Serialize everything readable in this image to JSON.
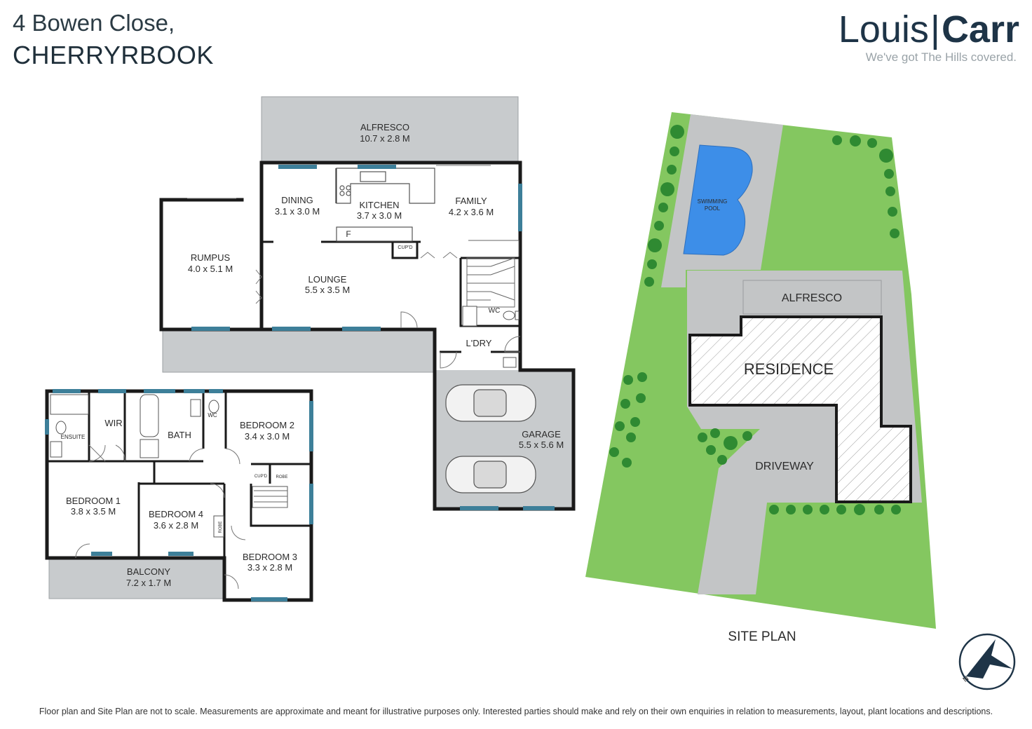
{
  "header": {
    "address_line1": "4 Bowen Close,",
    "address_line2": "CHERRYRBOOK"
  },
  "brand": {
    "name_part1": "Louis",
    "separator": "|",
    "name_part2": "Carr",
    "tagline": "We've got The Hills covered."
  },
  "colors": {
    "wall": "#1a1a1a",
    "external_area": "#c8cbcd",
    "window": "#3d7f99",
    "lawn": "#84c760",
    "paving": "#c3c5c6",
    "pool": "#3d8ee8",
    "tree": "#2f8a32"
  },
  "ground_floor": {
    "rooms": [
      {
        "name": "ALFRESCO",
        "size": "10.7 x 2.8 M"
      },
      {
        "name": "DINING",
        "size": "3.1 x 3.0 M"
      },
      {
        "name": "KITCHEN",
        "size": "3.7 x 3.0 M"
      },
      {
        "name": "FAMILY",
        "size": "4.2 x 3.6 M"
      },
      {
        "name": "RUMPUS",
        "size": "4.0 x 5.1 M"
      },
      {
        "name": "LOUNGE",
        "size": "5.5 x 3.5 M"
      },
      {
        "name": "GARAGE",
        "size": "5.5 x 5.6 M"
      }
    ],
    "labels": {
      "laundry": "L'DRY",
      "wc": "WC",
      "cupboard": "CUP'D",
      "fridge": "F"
    }
  },
  "first_floor": {
    "rooms": [
      {
        "name": "BEDROOM 1",
        "size": "3.8 x 3.5 M"
      },
      {
        "name": "BEDROOM 2",
        "size": "3.4 x 3.0 M"
      },
      {
        "name": "BEDROOM 3",
        "size": "3.3 x 2.8 M"
      },
      {
        "name": "BEDROOM 4",
        "size": "3.6 x 2.8 M"
      },
      {
        "name": "BALCONY",
        "size": "7.2 x 1.7 M"
      }
    ],
    "labels": {
      "wir": "WIR",
      "bath": "BATH",
      "ensuite": "ENSUITE",
      "wc": "WC",
      "cupboard": "CUP'D",
      "robe1": "ROBE",
      "robe2": "ROBE"
    }
  },
  "site_plan": {
    "title": "SITE PLAN",
    "pool_line1": "SWIMMING",
    "pool_line2": "POOL",
    "alfresco": "ALFRESCO",
    "residence": "RESIDENCE",
    "driveway": "DRIVEWAY",
    "compass_label": "N"
  },
  "disclaimer": "Floor plan and Site Plan are not to scale. Measurements are approximate and meant for illustrative purposes only.  Interested parties should make and rely on their own enquiries in relation to measurements, layout, plant locations and descriptions."
}
